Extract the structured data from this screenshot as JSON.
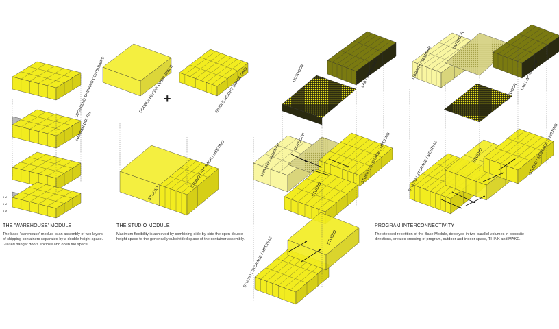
{
  "colors": {
    "yellow": "#f2ec1f",
    "yellow_side": "#d6cf16",
    "yellow_light": "#f7f48a",
    "olive": "#7a7a10",
    "dark": "#2a2a10",
    "grey": "#b9b9b9",
    "line": "#333333"
  },
  "modules": {
    "warehouse": {
      "labels": {
        "containers": "UPCYCLED SHIPPING CONTAINERS",
        "doors": "HANGAR DOORS"
      },
      "dims": [
        "3 M",
        "6 M",
        "3 M"
      ],
      "title": "THE 'WAREHOUSE' MODULE",
      "description": [
        "The base 'warehouse' module is an assembly of two layers",
        "of shipping containers separated by a double height space.",
        "Glazed hangar doors enclose and open the space."
      ]
    },
    "studio": {
      "labels": {
        "double": "DOUBLE HEIGHT OPEN SPACE",
        "single": "SINGLE HEIGHT SPACE GRID",
        "plus": "+",
        "studio": "STUDIO",
        "storage": "STUDIO / STORAGE / MEETING"
      },
      "title": "THE STUDIO MODULE",
      "description": [
        "Maximum flexibility is achieved by combining side-by-side the open double",
        "height space to the generically subdivided space of the container assembly."
      ]
    },
    "program": {
      "labels": {
        "outdoor": "OUTDOOR",
        "lab": "LAB / WORKSHOP",
        "library": "LIBRARY / SEMINAR",
        "storage": "STUDIO / STORAGE / MEETING",
        "studio": "STUDIO"
      },
      "title": "PROGRAM INTERCONNECTIVITY",
      "description": [
        "The stepped repetition of the Base Module, deployed in two parallel volumes in opposite",
        "directions, creates crossing of program, outdoor and indoor space, THINK and MAKE."
      ]
    }
  }
}
